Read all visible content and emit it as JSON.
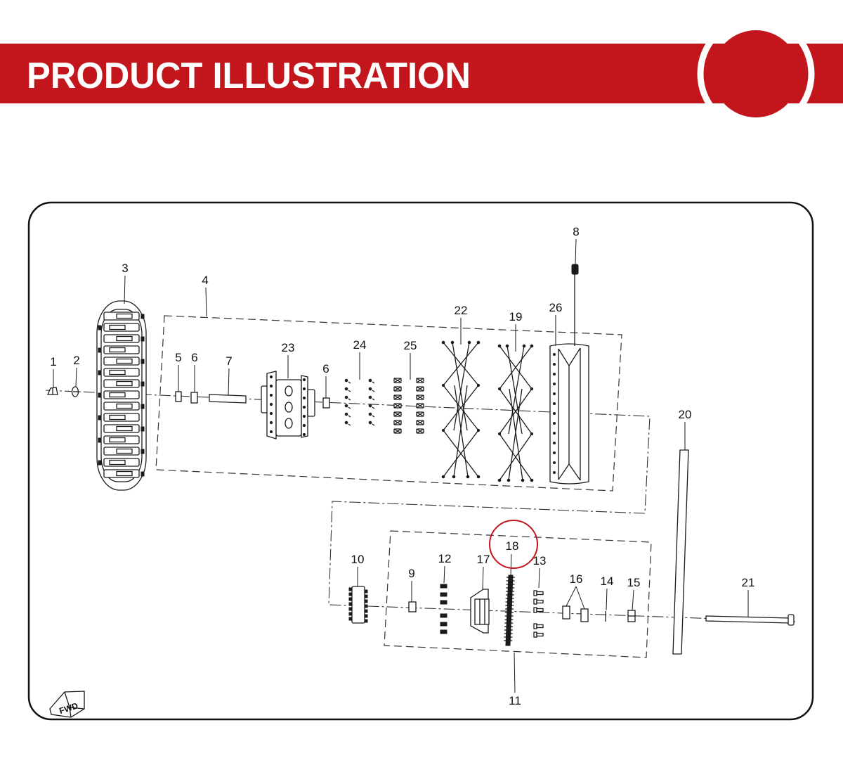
{
  "banner": {
    "title": "PRODUCT ILLUSTRATION"
  },
  "colors": {
    "accent": "#c3161c",
    "line": "#1a1a1a",
    "background": "#ffffff"
  },
  "callouts": [
    {
      "label": "1"
    },
    {
      "label": "2"
    },
    {
      "label": "3"
    },
    {
      "label": "4"
    },
    {
      "label": "5"
    },
    {
      "label": "6"
    },
    {
      "label": "7"
    },
    {
      "label": "23"
    },
    {
      "label": "6"
    },
    {
      "label": "24"
    },
    {
      "label": "25"
    },
    {
      "label": "22"
    },
    {
      "label": "19"
    },
    {
      "label": "26"
    },
    {
      "label": "8"
    },
    {
      "label": "20"
    },
    {
      "label": "10"
    },
    {
      "label": "9"
    },
    {
      "label": "12"
    },
    {
      "label": "17"
    },
    {
      "label": "18",
      "highlighted": true
    },
    {
      "label": "13"
    },
    {
      "label": "16"
    },
    {
      "label": "14"
    },
    {
      "label": "15"
    },
    {
      "label": "21"
    },
    {
      "label": "11"
    }
  ],
  "fwd_label": "FWD",
  "icons": [
    "fwd-direction-icon"
  ]
}
